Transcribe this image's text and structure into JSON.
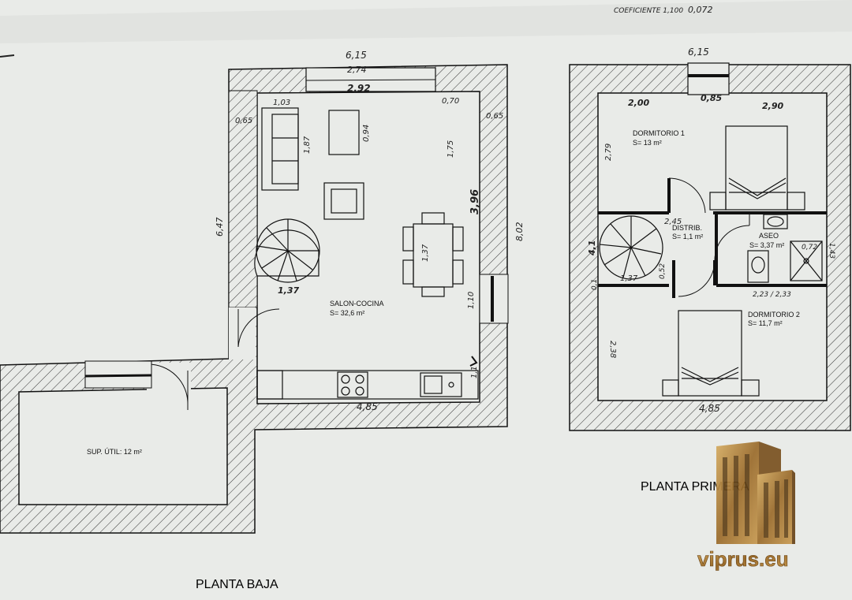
{
  "header": {
    "coefficient_note": "COEFICIENTE 1,100",
    "coefficient_value": "0,072"
  },
  "planta_baja": {
    "caption": "PLANTA BAJA",
    "rooms": {
      "salon_cocina": {
        "name": "SALON-COCINA",
        "area": "S= 32,6 m²"
      },
      "sup_util": {
        "name": "SUP. ÚTIL: 12 m²"
      }
    },
    "dims": {
      "total_width": "6,15",
      "window_outer": "2,74",
      "window_inner": "2,92",
      "sofa_w": "1,03",
      "right_top": "0,70",
      "wall_left": "0,65",
      "wall_right": "0,65",
      "sofa_len": "1,87",
      "table_w": "0,94",
      "right_span": "1,75",
      "right_mid": "3,96",
      "left_height": "6,47",
      "total_height": "8,02",
      "dining": "1,37",
      "stair": "1,37",
      "door_right": "1,10",
      "kitchen_small": "1,1",
      "bottom_width": "4,85"
    }
  },
  "planta_primera": {
    "caption": "PLANTA PRIMERA",
    "rooms": {
      "dormitorio_1": {
        "name": "DORMITORIO 1",
        "area": "S= 13 m²"
      },
      "distrib": {
        "name": "DISTRIB.",
        "area": "S= 1,1 m²"
      },
      "aseo": {
        "name": "ASEO",
        "area": "S= 3,37 m²"
      },
      "dormitorio_2": {
        "name": "DORMITORIO 2",
        "area": "S= 11,7 m²"
      }
    },
    "dims": {
      "total_width": "6,15",
      "window": "0,85",
      "dorm1_left": "2,00",
      "dorm1_right": "2,90",
      "dorm1_height": "2,79",
      "distrib_w": "2,45",
      "aseo_small": "0,72",
      "aseo_side": "1,43",
      "aseo_bottom": "2,23 / 2,33",
      "stair_w": "1,37",
      "stair_side": "0,1",
      "landing": "0,52",
      "left_mid": "4,1",
      "dorm2_height": "2,38",
      "bottom_width": "4,85"
    }
  },
  "watermark": {
    "text": "viprus.eu",
    "color": "#a87a36"
  },
  "colors": {
    "paper": "#e9ebe8",
    "ink": "#1a1a1a",
    "logo_gold": "#b8863e"
  }
}
